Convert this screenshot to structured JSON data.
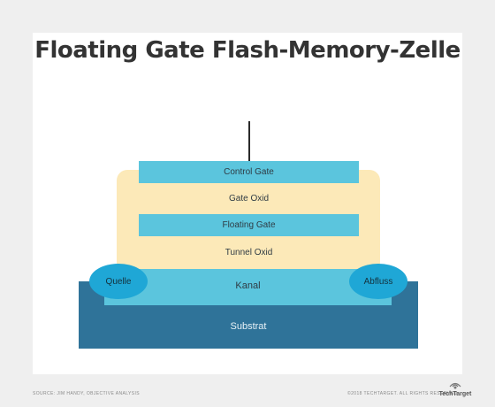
{
  "title": "Floating Gate Flash-Memory-Zelle",
  "layers": {
    "control_gate": "Control Gate",
    "gate_oxide": "Gate Oxid",
    "floating_gate": "Floating Gate",
    "tunnel_oxide": "Tunnel Oxid",
    "channel": "Kanal",
    "substrate": "Substrat"
  },
  "terminals": {
    "source": "Quelle",
    "drain": "Abfluss"
  },
  "footer": {
    "source_credit": "SOURCE: JIM HANDY, OBJECTIVE ANALYSIS",
    "copyright": "©2018 TECHTARGET. ALL RIGHTS RESERVED",
    "logo_text": "TechTarget"
  },
  "colors": {
    "background": "#efefef",
    "card": "#ffffff",
    "oxide": "#fce9b8",
    "gate": "#5bc5dd",
    "terminal": "#1fa7d6",
    "substrate": "#2f7399",
    "title": "#333333"
  }
}
